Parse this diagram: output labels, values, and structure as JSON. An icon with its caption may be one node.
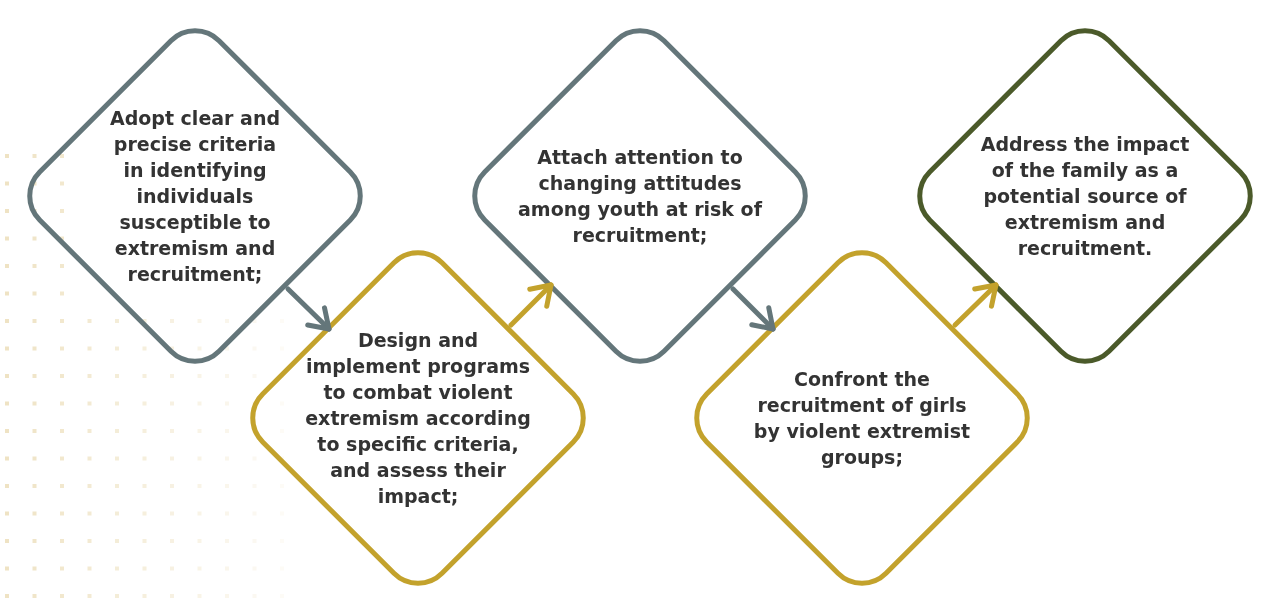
{
  "diagram": {
    "nodes": [
      {
        "text": [
          "Adopt clear and precise criteria in identifying individuals susceptible to extremism and recruitment;"
        ]
      },
      {
        "text": [
          "Design and implement programs to combat violent extremism according to specific criteria, and assess their impact;"
        ]
      },
      {
        "text": [
          "Attach attention to changing attitudes among youth at risk of recruitment;"
        ]
      },
      {
        "text": [
          "Confront the recruitment of girls by violent extremist groups;"
        ]
      },
      {
        "text": [
          "Address the impact of the family as a potential source of extremism and recruitment."
        ]
      }
    ],
    "edges": [
      {
        "from": 0,
        "to": 1,
        "arrow": "to",
        "color": "#64767a"
      },
      {
        "from": 1,
        "to": 2,
        "arrow": "to",
        "color": "#c3a22c"
      },
      {
        "from": 2,
        "to": 3,
        "arrow": "to",
        "color": "#64767a"
      },
      {
        "from": 3,
        "to": 4,
        "arrow": "to",
        "color": "#c3a22c"
      }
    ]
  }
}
